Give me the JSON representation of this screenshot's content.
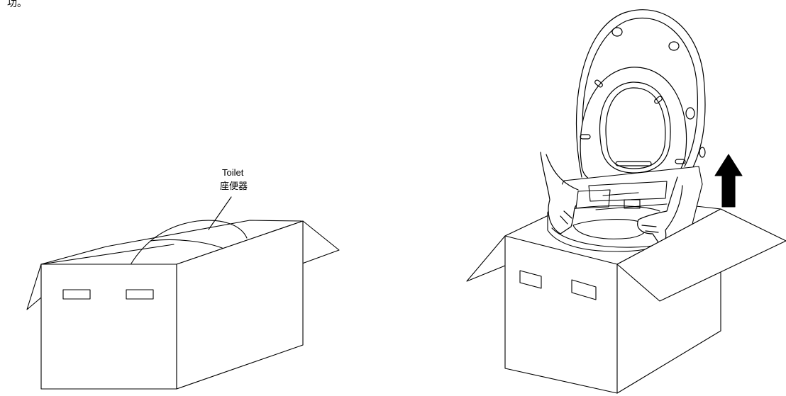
{
  "fragment_text": "功。",
  "left_figure": {
    "callout_label_en": "Toilet",
    "callout_label_zh": "座便器"
  },
  "right_figure": {
    "arrow_direction": "up"
  },
  "colors": {
    "line": "#000000",
    "background": "#ffffff"
  }
}
